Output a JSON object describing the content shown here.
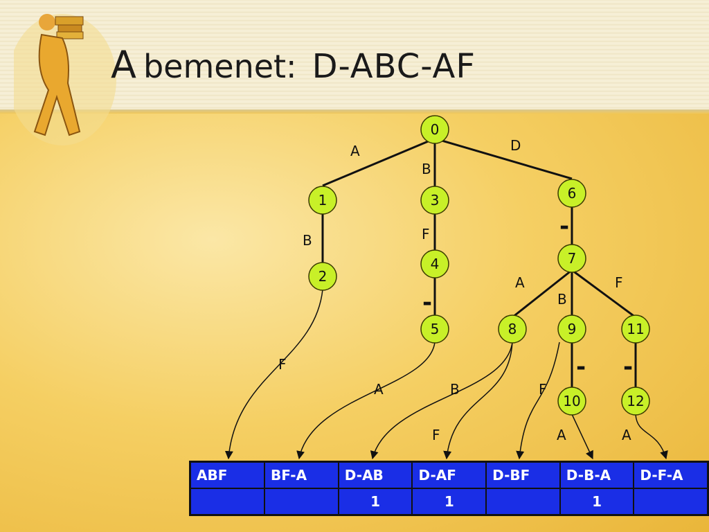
{
  "title": {
    "prefix": "A",
    "rest": "bemenet:",
    "input": "D-ABC-AF"
  },
  "nodes": [
    {
      "id": "n0",
      "label": "0"
    },
    {
      "id": "n1",
      "label": "1"
    },
    {
      "id": "n2",
      "label": "2"
    },
    {
      "id": "n3",
      "label": "3"
    },
    {
      "id": "n4",
      "label": "4"
    },
    {
      "id": "n5",
      "label": "5"
    },
    {
      "id": "n6",
      "label": "6"
    },
    {
      "id": "n7",
      "label": "7"
    },
    {
      "id": "n8",
      "label": "8"
    },
    {
      "id": "n9",
      "label": "9"
    },
    {
      "id": "n10",
      "label": "10"
    },
    {
      "id": "n11",
      "label": "11"
    },
    {
      "id": "n12",
      "label": "12"
    }
  ],
  "edge_labels": {
    "e0_1": "A",
    "e0_3": "B",
    "e0_6": "D",
    "e1_2": "B",
    "e3_4": "F",
    "e6_7": "-",
    "e4_5": "-",
    "e7_8": "A",
    "e7_9": "B",
    "e7_11": "F",
    "e9_10": "-",
    "e11_12": "-",
    "a2": "F",
    "a5": "A",
    "a8b": "B",
    "a8f": "F",
    "a9": "F",
    "a10": "A",
    "a12": "A"
  },
  "table": {
    "headers": [
      "ABF",
      "BF-A",
      "D-AB",
      "D-AF",
      "D-BF",
      "D-B-A",
      "D-F-A"
    ],
    "counts": [
      "",
      "",
      "1",
      "1",
      "",
      "1",
      ""
    ]
  }
}
